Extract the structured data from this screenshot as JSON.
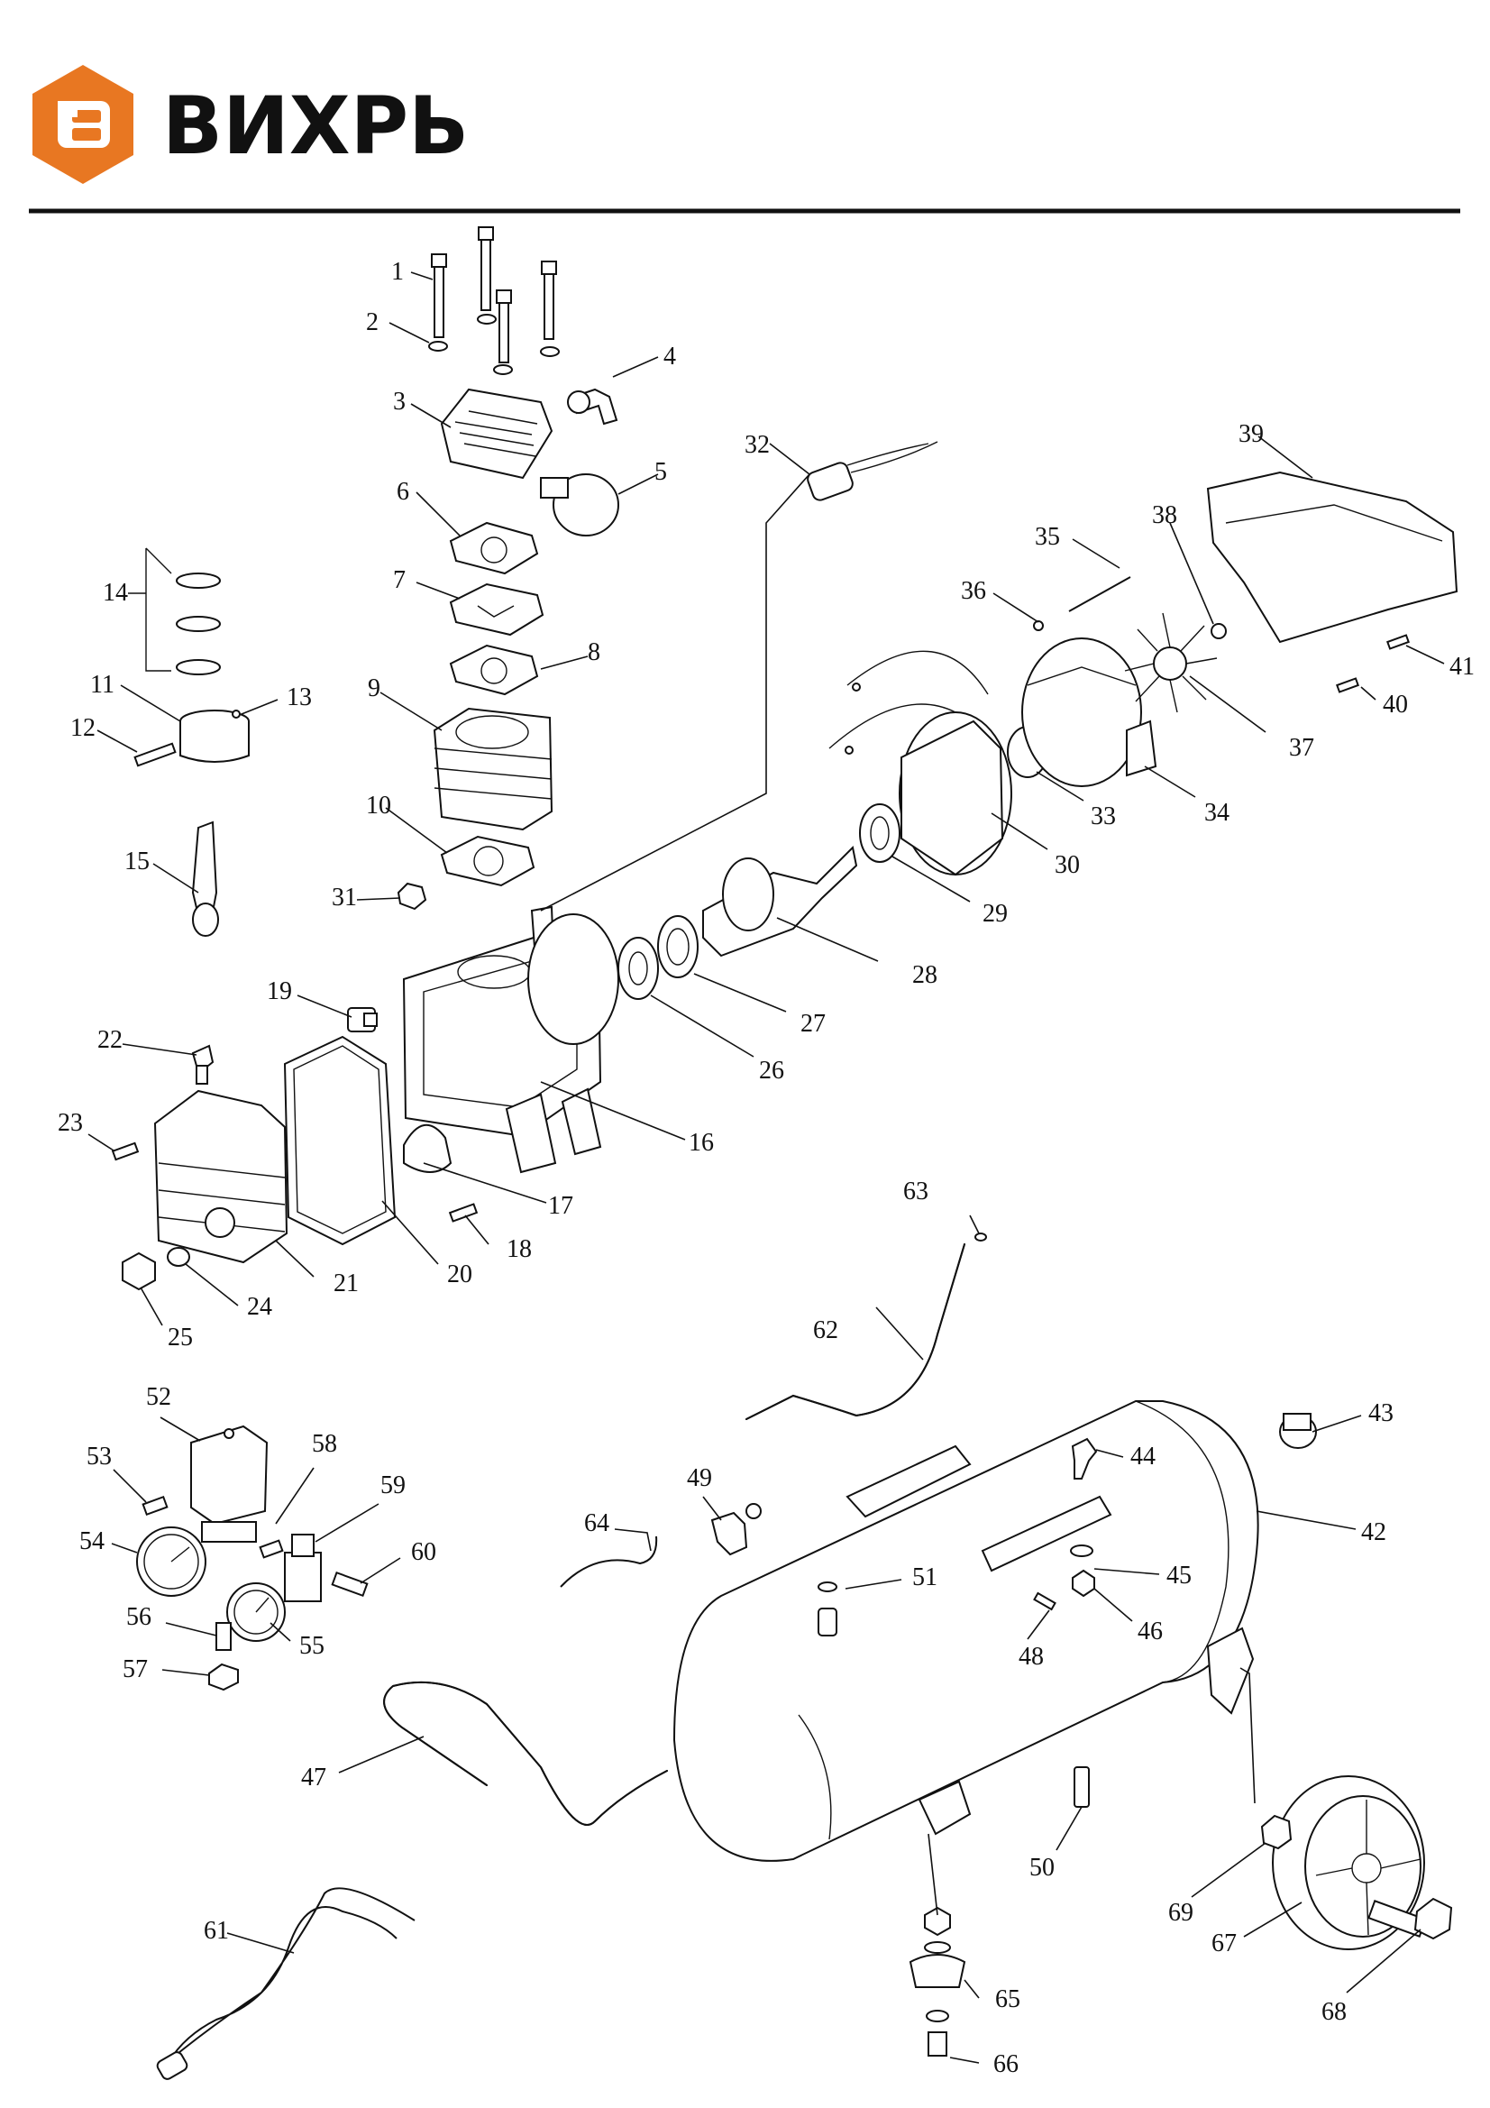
{
  "brand": {
    "name": "ВИХРЬ",
    "logo_icon": "hexagon-b-logo",
    "accent_color": "#E87722",
    "text_color": "#111111"
  },
  "callouts": [
    {
      "id": "p1",
      "label": "1"
    },
    {
      "id": "p2",
      "label": "2"
    },
    {
      "id": "p3",
      "label": "3"
    },
    {
      "id": "p4",
      "label": "4"
    },
    {
      "id": "p5",
      "label": "5"
    },
    {
      "id": "p6",
      "label": "6"
    },
    {
      "id": "p7",
      "label": "7"
    },
    {
      "id": "p8",
      "label": "8"
    },
    {
      "id": "p9",
      "label": "9"
    },
    {
      "id": "p10",
      "label": "10"
    },
    {
      "id": "p11",
      "label": "11"
    },
    {
      "id": "p12",
      "label": "12"
    },
    {
      "id": "p13",
      "label": "13"
    },
    {
      "id": "p14",
      "label": "14"
    },
    {
      "id": "p15",
      "label": "15"
    },
    {
      "id": "p16",
      "label": "16"
    },
    {
      "id": "p17",
      "label": "17"
    },
    {
      "id": "p18",
      "label": "18"
    },
    {
      "id": "p19",
      "label": "19"
    },
    {
      "id": "p20",
      "label": "20"
    },
    {
      "id": "p21",
      "label": "21"
    },
    {
      "id": "p22",
      "label": "22"
    },
    {
      "id": "p23",
      "label": "23"
    },
    {
      "id": "p24",
      "label": "24"
    },
    {
      "id": "p25",
      "label": "25"
    },
    {
      "id": "p26",
      "label": "26"
    },
    {
      "id": "p27",
      "label": "27"
    },
    {
      "id": "p28",
      "label": "28"
    },
    {
      "id": "p29",
      "label": "29"
    },
    {
      "id": "p30",
      "label": "30"
    },
    {
      "id": "p31",
      "label": "31"
    },
    {
      "id": "p32",
      "label": "32"
    },
    {
      "id": "p33",
      "label": "33"
    },
    {
      "id": "p34",
      "label": "34"
    },
    {
      "id": "p35",
      "label": "35"
    },
    {
      "id": "p36",
      "label": "36"
    },
    {
      "id": "p37",
      "label": "37"
    },
    {
      "id": "p38",
      "label": "38"
    },
    {
      "id": "p39",
      "label": "39"
    },
    {
      "id": "p40",
      "label": "40"
    },
    {
      "id": "p41",
      "label": "41"
    },
    {
      "id": "p42",
      "label": "42"
    },
    {
      "id": "p43",
      "label": "43"
    },
    {
      "id": "p44",
      "label": "44"
    },
    {
      "id": "p45",
      "label": "45"
    },
    {
      "id": "p46",
      "label": "46"
    },
    {
      "id": "p47",
      "label": "47"
    },
    {
      "id": "p48",
      "label": "48"
    },
    {
      "id": "p49",
      "label": "49"
    },
    {
      "id": "p50",
      "label": "50"
    },
    {
      "id": "p51",
      "label": "51"
    },
    {
      "id": "p52",
      "label": "52"
    },
    {
      "id": "p53",
      "label": "53"
    },
    {
      "id": "p54",
      "label": "54"
    },
    {
      "id": "p55",
      "label": "55"
    },
    {
      "id": "p56",
      "label": "56"
    },
    {
      "id": "p57",
      "label": "57"
    },
    {
      "id": "p58",
      "label": "58"
    },
    {
      "id": "p59",
      "label": "59"
    },
    {
      "id": "p60",
      "label": "60"
    },
    {
      "id": "p61",
      "label": "61"
    },
    {
      "id": "p62",
      "label": "62"
    },
    {
      "id": "p63",
      "label": "63"
    },
    {
      "id": "p64",
      "label": "64"
    },
    {
      "id": "p65",
      "label": "65"
    },
    {
      "id": "p66",
      "label": "66"
    },
    {
      "id": "p67",
      "label": "67"
    },
    {
      "id": "p68",
      "label": "68"
    },
    {
      "id": "p69",
      "label": "69"
    }
  ]
}
